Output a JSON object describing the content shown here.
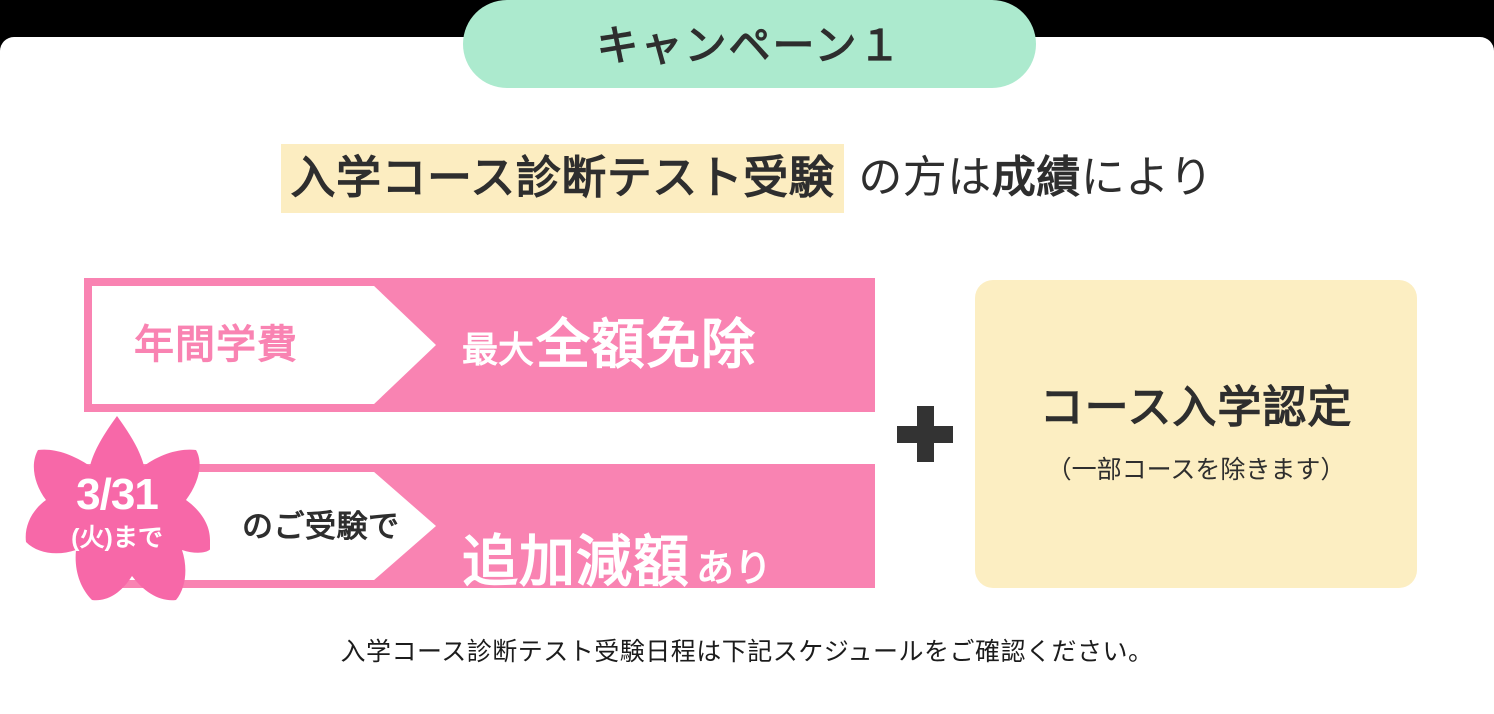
{
  "badge": {
    "label": "キャンペーン１",
    "bg_color": "#ACEACE"
  },
  "headline": {
    "highlight": "入学コース診断テスト受験",
    "highlight_bg": "#FCEDC1",
    "rest_lead": "の方は",
    "rest_strong": "成績",
    "rest_tail": "により"
  },
  "benefits": [
    {
      "chevron_label": "年間学費",
      "chevron_text_color": "#F983B2",
      "value_prefix": "最大",
      "value_main": "全額免除",
      "bar_color": "#F983B2"
    },
    {
      "chevron_label": "のご受験で",
      "chevron_text_color": "#2e2e2e",
      "value_main": "追加減額",
      "value_suffix": "あり",
      "bar_color": "#F983B2"
    }
  ],
  "sakura": {
    "date": "3/31",
    "sub": "(火)まで",
    "fill_color": "#F768A8"
  },
  "plus": {
    "symbol": "+",
    "color": "#333333"
  },
  "course_box": {
    "title": "コース入学認定",
    "note": "（一部コースを除きます）",
    "bg_color": "#FCEEC2"
  },
  "footnote": {
    "text": "入学コース診断テスト受験日程は下記スケジュールをご確認ください。"
  }
}
